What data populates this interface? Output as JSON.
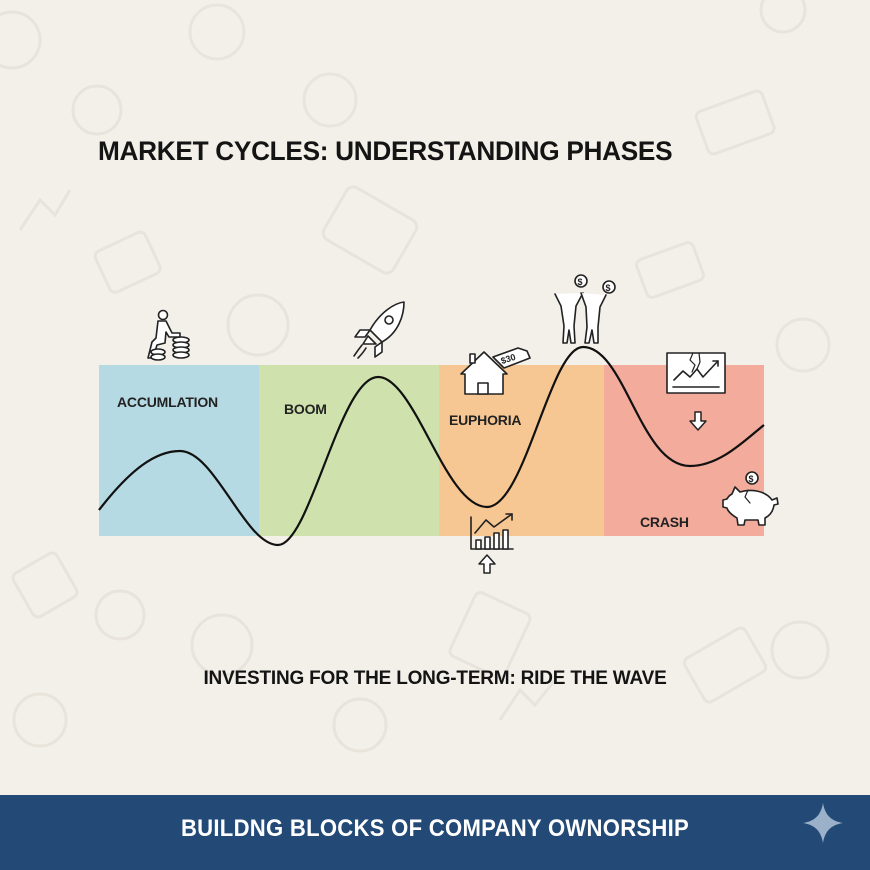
{
  "title": "MARKET CYCLES: UNDERSTANDING PHASES",
  "subtitle": "INVESTING FOR THE LONG-TERM: RIDE THE WAVE",
  "footer": {
    "text": "BUILDNG BLOCKS OF COMPANY OWNORSHIP",
    "background_color": "#234a77",
    "icon": "sparkle-icon"
  },
  "phases": [
    {
      "label": "ACCUMLATION",
      "color": "#b6dae4",
      "icon": "person-stacking-coins-icon"
    },
    {
      "label": "BOOM",
      "color": "#cfe2ad",
      "icon": "rocket-icon"
    },
    {
      "label": "EUPHORIA",
      "color": "#f7c793",
      "icon": "house-price-tag-icon",
      "extra_icons": [
        "celebrating-people-icon",
        "rising-bar-chart-icon",
        "up-arrow-icon"
      ],
      "price_tag": "$30"
    },
    {
      "label": "CRASH",
      "color": "#f3ab9c",
      "icon": "broken-chart-icon",
      "extra_icons": [
        "down-arrow-icon",
        "broken-piggy-bank-icon"
      ]
    }
  ],
  "background_color": "#f3f0ea",
  "wave_color": "#111111"
}
